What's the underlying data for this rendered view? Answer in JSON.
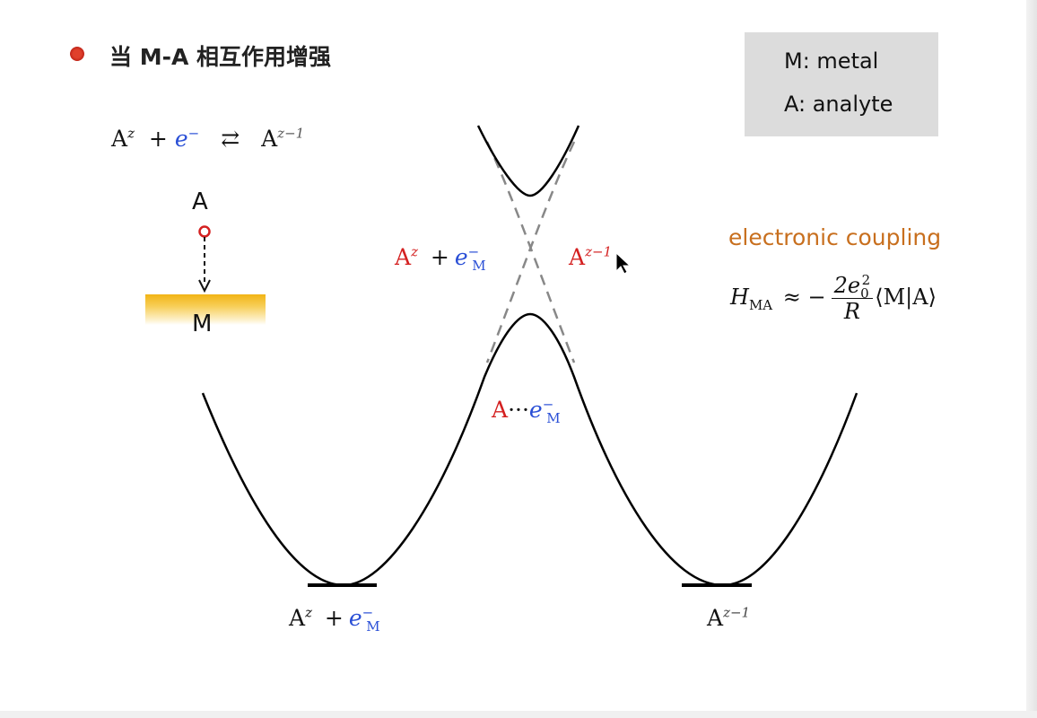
{
  "title": "当 M-A 相互作用增强",
  "legend": {
    "metal": "M: metal",
    "analyte": "A: analyte"
  },
  "equation": {
    "a": "A",
    "z": "z",
    "plus": "+",
    "e": "e",
    "minus_sup": "−",
    "arrows": "⇄",
    "a2": "A",
    "z_minus_1": "z−1"
  },
  "inset": {
    "label_a": "A",
    "label_m": "M"
  },
  "coupling": {
    "title": "electronic coupling",
    "h": "H",
    "h_sub": "MA",
    "approx": "≈ −",
    "num": "2e",
    "num_sup": "2",
    "num_sub": "0",
    "den": "R",
    "bracket": "⟨M|A⟩"
  },
  "states": {
    "left_upper": {
      "a": "A",
      "z": "z",
      "plus": "+",
      "e": "e",
      "sub": "M",
      "sup": "−"
    },
    "right_upper": {
      "a": "A",
      "sup": "z−1"
    },
    "middle": {
      "a": "A",
      "dots": "···",
      "e": "e",
      "sub": "M",
      "sup": "−"
    },
    "left_bottom": {
      "a": "A",
      "z": "z",
      "plus": "+",
      "e": "e",
      "sub": "M",
      "sup": "−"
    },
    "right_bottom": {
      "a": "A",
      "sup": "z−1"
    }
  },
  "colors": {
    "reactant_red": "#d42020",
    "electron_blue": "#2a4fd6",
    "coupling_orange": "#c86f1e",
    "legend_bg": "#dcdcdc",
    "metal_gold": "#f2b414"
  }
}
